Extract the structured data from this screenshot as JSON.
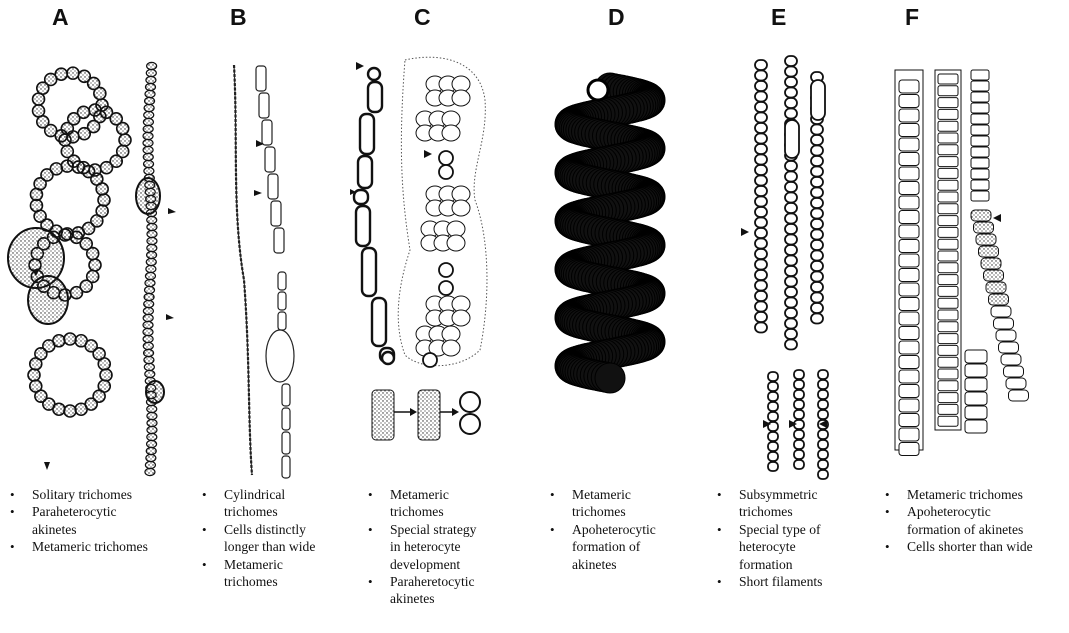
{
  "panels": [
    {
      "letter": "A",
      "bullets": [
        "Solitary trichomes",
        "Paraheterocytic\nakinetes",
        "Metameric trichomes"
      ]
    },
    {
      "letter": "B",
      "bullets": [
        "Cylindrical\ntrichomes",
        "Cells distinctly\nlonger than wide",
        "Metameric\ntrichomes"
      ]
    },
    {
      "letter": "C",
      "bullets": [
        "Metameric\ntrichomes",
        "Special strategy\nin heterocyte\ndevelopment",
        "Paraheretocytic\nakinetes"
      ]
    },
    {
      "letter": "D",
      "bullets": [
        "Metameric\ntrichomes",
        "Apoheterocytic\nformation of\nakinetes"
      ]
    },
    {
      "letter": "E",
      "bullets": [
        "Subsymmetric\ntrichomes",
        "Special type of\nheterocyte\nformation",
        "Short filaments"
      ]
    },
    {
      "letter": "F",
      "bullets": [
        "Metameric trichomes",
        "Apoheterocytic\nformation of akinetes",
        "Cells shorter than wide"
      ]
    }
  ]
}
